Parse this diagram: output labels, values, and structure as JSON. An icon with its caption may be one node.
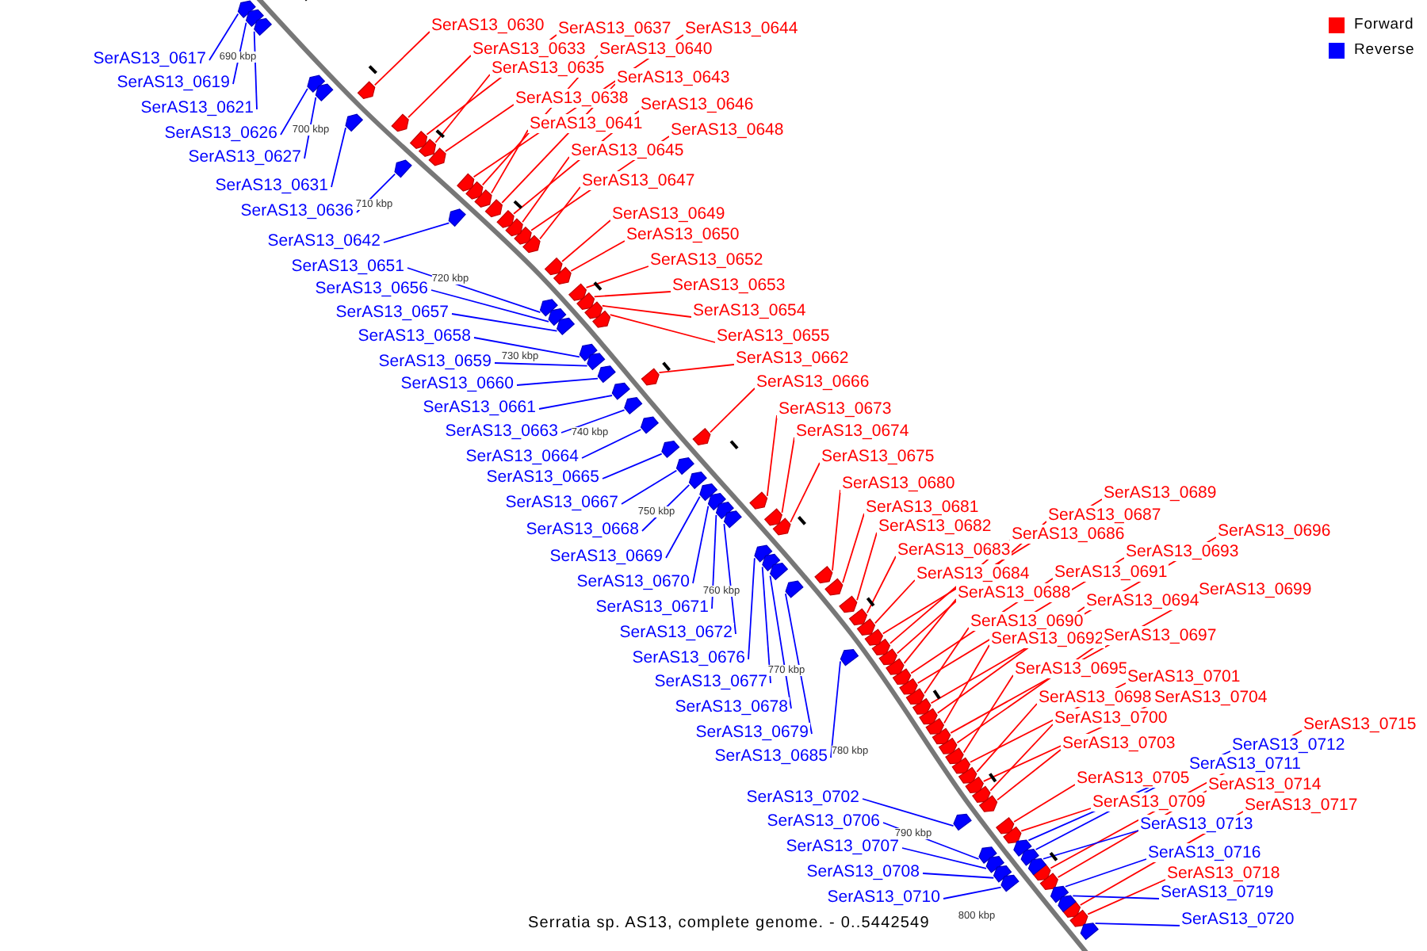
{
  "diagram": {
    "caption": "Serratia sp. AS13, complete genome. - 0..5442549",
    "nodes": [
      {
        "text": [
          "SerAS13_0617"
        ]
      },
      {
        "text": [
          "SerAS13_0619"
        ]
      },
      {
        "text": [
          "SerAS13_0621"
        ]
      },
      {
        "text": [
          "SerAS13_0626"
        ]
      },
      {
        "text": [
          "SerAS13_0627"
        ]
      },
      {
        "text": [
          "SerAS13_0631"
        ]
      },
      {
        "text": [
          "SerAS13_0636"
        ]
      },
      {
        "text": [
          "SerAS13_0642"
        ]
      },
      {
        "text": [
          "SerAS13_0651"
        ]
      },
      {
        "text": [
          "SerAS13_0656"
        ]
      },
      {
        "text": [
          "SerAS13_0657"
        ]
      },
      {
        "text": [
          "SerAS13_0658"
        ]
      },
      {
        "text": [
          "SerAS13_0659"
        ]
      },
      {
        "text": [
          "SerAS13_0660"
        ]
      },
      {
        "text": [
          "SerAS13_0661"
        ]
      },
      {
        "text": [
          "SerAS13_0663"
        ]
      },
      {
        "text": [
          "SerAS13_0664"
        ]
      },
      {
        "text": [
          "SerAS13_0665"
        ]
      },
      {
        "text": [
          "SerAS13_0667"
        ]
      },
      {
        "text": [
          "SerAS13_0668"
        ]
      },
      {
        "text": [
          "SerAS13_0669"
        ]
      },
      {
        "text": [
          "SerAS13_0670"
        ]
      },
      {
        "text": [
          "SerAS13_0671"
        ]
      },
      {
        "text": [
          "SerAS13_0672"
        ]
      },
      {
        "text": [
          "SerAS13_0676"
        ]
      },
      {
        "text": [
          "SerAS13_0677"
        ]
      },
      {
        "text": [
          "SerAS13_0678"
        ]
      },
      {
        "text": [
          "SerAS13_0679"
        ]
      },
      {
        "text": [
          "SerAS13_0685"
        ]
      },
      {
        "text": [
          "SerAS13_0702"
        ]
      },
      {
        "text": [
          "SerAS13_0706"
        ]
      },
      {
        "text": [
          "SerAS13_0707"
        ]
      },
      {
        "text": [
          "SerAS13_0708"
        ]
      },
      {
        "text": [
          "SerAS13_0710"
        ]
      },
      {
        "text": [
          "SerAS13_0630"
        ]
      },
      {
        "text": [
          "SerAS13_0637"
        ]
      },
      {
        "text": [
          "SerAS13_0644"
        ]
      },
      {
        "text": [
          "SerAS13_0633"
        ]
      },
      {
        "text": [
          "SerAS13_0640"
        ]
      },
      {
        "text": [
          "SerAS13_0635"
        ]
      },
      {
        "text": [
          "SerAS13_0643"
        ]
      },
      {
        "text": [
          "SerAS13_0638"
        ]
      },
      {
        "text": [
          "SerAS13_0646"
        ]
      },
      {
        "text": [
          "SerAS13_0641"
        ]
      },
      {
        "text": [
          "SerAS13_0648"
        ]
      },
      {
        "text": [
          "SerAS13_0645"
        ]
      },
      {
        "text": [
          "SerAS13_0647"
        ]
      },
      {
        "text": [
          "SerAS13_0649"
        ]
      },
      {
        "text": [
          "SerAS13_0650"
        ]
      },
      {
        "text": [
          "SerAS13_0652"
        ]
      },
      {
        "text": [
          "SerAS13_0653"
        ]
      },
      {
        "text": [
          "SerAS13_0654"
        ]
      },
      {
        "text": [
          "SerAS13_0655"
        ]
      },
      {
        "text": [
          "SerAS13_0662"
        ]
      },
      {
        "text": [
          "SerAS13_0666"
        ]
      },
      {
        "text": [
          "SerAS13_0673"
        ]
      },
      {
        "text": [
          "SerAS13_0674"
        ]
      },
      {
        "text": [
          "SerAS13_0675"
        ]
      },
      {
        "text": [
          "SerAS13_0680"
        ]
      },
      {
        "text": [
          "SerAS13_0681"
        ]
      },
      {
        "text": [
          "SerAS13_0682"
        ]
      },
      {
        "text": [
          "SerAS13_0683"
        ]
      },
      {
        "text": [
          "SerAS13_0684"
        ]
      },
      {
        "text": [
          "SerAS13_0686"
        ]
      },
      {
        "text": [
          "SerAS13_0687"
        ]
      },
      {
        "text": [
          "SerAS13_0689"
        ]
      },
      {
        "text": [
          "SerAS13_0688"
        ]
      },
      {
        "text": [
          "SerAS13_0691"
        ]
      },
      {
        "text": [
          "SerAS13_0693"
        ]
      },
      {
        "text": [
          "SerAS13_0696"
        ]
      },
      {
        "text": [
          "SerAS13_0690"
        ]
      },
      {
        "text": [
          "SerAS13_0694"
        ]
      },
      {
        "text": [
          "SerAS13_0699"
        ]
      },
      {
        "text": [
          "SerAS13_0692"
        ]
      },
      {
        "text": [
          "SerAS13_0697"
        ]
      },
      {
        "text": [
          "SerAS13_0695"
        ]
      },
      {
        "text": [
          "SerAS13_0701"
        ]
      },
      {
        "text": [
          "SerAS13_0698"
        ]
      },
      {
        "text": [
          "SerAS13_0704"
        ]
      },
      {
        "text": [
          "SerAS13_0700"
        ]
      },
      {
        "text": [
          "SerAS13_0703"
        ]
      },
      {
        "text": [
          "SerAS13_0705"
        ]
      },
      {
        "text": [
          "SerAS13_0709"
        ]
      },
      {
        "text": [
          "SerAS13_0715"
        ]
      },
      {
        "text": [
          "SerAS13_0714"
        ]
      },
      {
        "text": [
          "SerAS13_0717"
        ]
      },
      {
        "text": [
          "SerAS13_0718"
        ]
      },
      {
        "text": [
          "SerAS13_0711"
        ]
      },
      {
        "text": [
          "SerAS13_0712"
        ]
      },
      {
        "text": [
          "SerAS13_0713"
        ]
      },
      {
        "text": [
          "SerAS13_0716"
        ]
      },
      {
        "text": [
          "SerAS13_0719"
        ]
      },
      {
        "text": [
          "SerAS13_0720"
        ]
      },
      {
        "text": [],
        "shape": "pentagon"
      },
      {
        "text": [],
        "shape": "pentagon"
      },
      {
        "text": [],
        "shape": "pentagon"
      },
      {
        "text": [],
        "shape": "pentagon"
      },
      {
        "text": [],
        "shape": "pentagon"
      },
      {
        "text": [],
        "shape": "pentagon"
      },
      {
        "text": [],
        "shape": "pentagon"
      },
      {
        "text": [],
        "shape": "pentagon"
      },
      {
        "text": [],
        "shape": "pentagon"
      },
      {
        "text": [],
        "shape": "pentagon"
      },
      {
        "text": [],
        "shape": "pentagon"
      },
      {
        "text": [],
        "shape": "pentagon"
      },
      {
        "text": [],
        "shape": "pentagon"
      },
      {
        "text": [],
        "shape": "pentagon"
      },
      {
        "text": [],
        "shape": "pentagon"
      },
      {
        "text": [],
        "shape": "pentagon"
      },
      {
        "text": [],
        "shape": "pentagon"
      },
      {
        "text": [],
        "shape": "pentagon"
      },
      {
        "text": [],
        "shape": "pentagon"
      },
      {
        "text": [],
        "shape": "pentagon"
      },
      {
        "text": [],
        "shape": "pentagon"
      },
      {
        "text": [],
        "shape": "pentagon"
      },
      {
        "text": [],
        "shape": "pentagon"
      },
      {
        "text": [],
        "shape": "pentagon"
      },
      {
        "text": [],
        "shape": "pentagon"
      },
      {
        "text": [],
        "shape": "pentagon"
      },
      {
        "text": [],
        "shape": "pentagon"
      },
      {
        "text": [],
        "shape": "pentagon"
      },
      {
        "text": [],
        "shape": "pentagon"
      },
      {
        "text": [],
        "shape": "pentagon"
      },
      {
        "text": [],
        "shape": "pentagon"
      },
      {
        "text": [],
        "shape": "pentagon"
      },
      {
        "text": [],
        "shape": "pentagon"
      },
      {
        "text": [],
        "shape": "pentagon"
      },
      {
        "text": [],
        "shape": "pentagon"
      },
      {
        "text": [],
        "shape": "pentagon"
      },
      {
        "text": [],
        "shape": "pentagon"
      },
      {
        "text": [],
        "shape": "pentagon"
      },
      {
        "text": [],
        "shape": "pentagon"
      },
      {
        "text": [],
        "shape": "pentagon"
      },
      {
        "text": [],
        "shape": "pentagon"
      },
      {
        "text": [],
        "shape": "pentagon"
      },
      {
        "text": [],
        "shape": "pentagon"
      },
      {
        "text": [],
        "shape": "pentagon"
      },
      {
        "text": [],
        "shape": "pentagon"
      },
      {
        "text": [],
        "shape": "pentagon"
      },
      {
        "text": [],
        "shape": "pentagon"
      },
      {
        "text": [],
        "shape": "pentagon"
      },
      {
        "text": [],
        "shape": "pentagon"
      },
      {
        "text": [],
        "shape": "pentagon"
      },
      {
        "text": [],
        "shape": "pentagon"
      },
      {
        "text": [],
        "shape": "pentagon"
      },
      {
        "text": [],
        "shape": "pentagon"
      },
      {
        "text": [],
        "shape": "pentagon"
      },
      {
        "text": [],
        "shape": "pentagon"
      },
      {
        "text": [],
        "shape": "pentagon"
      },
      {
        "text": [],
        "shape": "pentagon"
      },
      {
        "text": [],
        "shape": "pentagon"
      },
      {
        "text": [],
        "shape": "pentagon"
      },
      {
        "text": [],
        "shape": "pentagon"
      },
      {
        "text": [],
        "shape": "pentagon"
      },
      {
        "text": [],
        "shape": "pentagon"
      },
      {
        "text": [],
        "shape": "pentagon"
      },
      {
        "text": [],
        "shape": "pentagon"
      },
      {
        "text": [],
        "shape": "pentagon"
      },
      {
        "text": [],
        "shape": "pentagon"
      },
      {
        "text": [],
        "shape": "pentagon"
      },
      {
        "text": [],
        "shape": "pentagon"
      },
      {
        "text": [],
        "shape": "pentagon"
      },
      {
        "text": [],
        "shape": "pentagon"
      },
      {
        "text": [],
        "shape": "pentagon"
      },
      {
        "text": [],
        "shape": "pentagon"
      },
      {
        "text": [],
        "shape": "pentagon"
      },
      {
        "text": [],
        "shape": "pentagon"
      },
      {
        "text": [],
        "shape": "pentagon"
      },
      {
        "text": [],
        "shape": "pentagon"
      },
      {
        "text": [],
        "shape": "pentagon"
      },
      {
        "text": [],
        "shape": "pentagon"
      },
      {
        "text": [],
        "shape": "pentagon"
      },
      {
        "text": [],
        "shape": "pentagon"
      },
      {
        "text": [],
        "shape": "pentagon"
      },
      {
        "text": [],
        "shape": "pentagon"
      },
      {
        "text": [],
        "shape": "pentagon"
      },
      {
        "text": [],
        "shape": "pentagon"
      },
      {
        "text": [],
        "shape": "pentagon"
      },
      {
        "text": [],
        "shape": "pentagon"
      },
      {
        "text": [],
        "shape": "pentagon"
      },
      {
        "text": [],
        "shape": "pentagon"
      },
      {
        "text": [],
        "shape": "pentagon"
      },
      {
        "text": [],
        "shape": "pentagon"
      },
      {
        "text": [],
        "shape": "pentagon"
      },
      {
        "text": [],
        "shape": "pentagon"
      },
      {
        "text": [],
        "shape": "pentagon"
      }
    ],
    "edges": [
      {
        "from": 0,
        "to": 93,
        "arrow": "none",
        "color": "#0000ff"
      },
      {
        "from": 1,
        "to": 94,
        "arrow": "none",
        "color": "#0000ff"
      },
      {
        "from": 2,
        "to": 95,
        "arrow": "none",
        "color": "#0000ff"
      },
      {
        "from": 3,
        "to": 96,
        "arrow": "none",
        "color": "#0000ff"
      },
      {
        "from": 4,
        "to": 97,
        "arrow": "none",
        "color": "#0000ff"
      },
      {
        "from": 5,
        "to": 98,
        "arrow": "none",
        "color": "#0000ff"
      },
      {
        "from": 6,
        "to": 99,
        "arrow": "none",
        "color": "#0000ff"
      },
      {
        "from": 7,
        "to": 100,
        "arrow": "none",
        "color": "#0000ff"
      },
      {
        "from": 8,
        "to": 101,
        "arrow": "none",
        "color": "#0000ff"
      },
      {
        "from": 9,
        "to": 102,
        "arrow": "none",
        "color": "#0000ff"
      },
      {
        "from": 10,
        "to": 103,
        "arrow": "none",
        "color": "#0000ff"
      },
      {
        "from": 11,
        "to": 104,
        "arrow": "none",
        "color": "#0000ff"
      },
      {
        "from": 12,
        "to": 105,
        "arrow": "none",
        "color": "#0000ff"
      },
      {
        "from": 13,
        "to": 106,
        "arrow": "none",
        "color": "#0000ff"
      },
      {
        "from": 14,
        "to": 107,
        "arrow": "none",
        "color": "#0000ff"
      },
      {
        "from": 15,
        "to": 108,
        "arrow": "none",
        "color": "#0000ff"
      },
      {
        "from": 16,
        "to": 109,
        "arrow": "none",
        "color": "#0000ff"
      },
      {
        "from": 17,
        "to": 110,
        "arrow": "none",
        "color": "#0000ff"
      },
      {
        "from": 18,
        "to": 111,
        "arrow": "none",
        "color": "#0000ff"
      },
      {
        "from": 19,
        "to": 112,
        "arrow": "none",
        "color": "#0000ff"
      },
      {
        "from": 20,
        "to": 113,
        "arrow": "none",
        "color": "#0000ff"
      },
      {
        "from": 21,
        "to": 114,
        "arrow": "none",
        "color": "#0000ff"
      },
      {
        "from": 22,
        "to": 115,
        "arrow": "none",
        "color": "#0000ff"
      },
      {
        "from": 23,
        "to": 116,
        "arrow": "none",
        "color": "#0000ff"
      },
      {
        "from": 24,
        "to": 117,
        "arrow": "none",
        "color": "#0000ff"
      },
      {
        "from": 25,
        "to": 118,
        "arrow": "none",
        "color": "#0000ff"
      },
      {
        "from": 26,
        "to": 119,
        "arrow": "none",
        "color": "#0000ff"
      },
      {
        "from": 27,
        "to": 120,
        "arrow": "none",
        "color": "#0000ff"
      },
      {
        "from": 28,
        "to": 121,
        "arrow": "none",
        "color": "#0000ff"
      },
      {
        "from": 29,
        "to": 122,
        "arrow": "none",
        "color": "#0000ff"
      },
      {
        "from": 30,
        "to": 123,
        "arrow": "none",
        "color": "#0000ff"
      },
      {
        "from": 31,
        "to": 124,
        "arrow": "none",
        "color": "#0000ff"
      },
      {
        "from": 32,
        "to": 125,
        "arrow": "none",
        "color": "#0000ff"
      },
      {
        "from": 33,
        "to": 126,
        "arrow": "none",
        "color": "#0000ff"
      },
      {
        "from": 34,
        "to": 127,
        "arrow": "none"
      },
      {
        "from": 35,
        "to": 128,
        "arrow": "none"
      },
      {
        "from": 36,
        "to": 129,
        "arrow": "none"
      },
      {
        "from": 37,
        "to": 130,
        "arrow": "none"
      },
      {
        "from": 38,
        "to": 131,
        "arrow": "none"
      },
      {
        "from": 39,
        "to": 132,
        "arrow": "none"
      },
      {
        "from": 40,
        "to": 133,
        "arrow": "none"
      },
      {
        "from": 41,
        "to": 134,
        "arrow": "none"
      },
      {
        "from": 42,
        "to": 135,
        "arrow": "none"
      },
      {
        "from": 43,
        "to": 136,
        "arrow": "none"
      },
      {
        "from": 44,
        "to": 137,
        "arrow": "none"
      },
      {
        "from": 45,
        "to": 138,
        "arrow": "none"
      },
      {
        "from": 46,
        "to": 139,
        "arrow": "none"
      },
      {
        "from": 47,
        "to": 140,
        "arrow": "none"
      },
      {
        "from": 48,
        "to": 141,
        "arrow": "none"
      },
      {
        "from": 49,
        "to": 142,
        "arrow": "none"
      },
      {
        "from": 50,
        "to": 143,
        "arrow": "none"
      },
      {
        "from": 51,
        "to": 144,
        "arrow": "none"
      },
      {
        "from": 52,
        "to": 145,
        "arrow": "none"
      },
      {
        "from": 53,
        "to": 146,
        "arrow": "none"
      },
      {
        "from": 54,
        "to": 147,
        "arrow": "none"
      },
      {
        "from": 55,
        "to": 148,
        "arrow": "none"
      },
      {
        "from": 56,
        "to": 149,
        "arrow": "none"
      },
      {
        "from": 57,
        "to": 150,
        "arrow": "none"
      },
      {
        "from": 58,
        "to": 151,
        "arrow": "none"
      },
      {
        "from": 59,
        "to": 152,
        "arrow": "none"
      },
      {
        "from": 60,
        "to": 153,
        "arrow": "none"
      },
      {
        "from": 61,
        "to": 154,
        "arrow": "none"
      },
      {
        "from": 62,
        "to": 155,
        "arrow": "none"
      },
      {
        "from": 63,
        "to": 156,
        "arrow": "none"
      },
      {
        "from": 64,
        "to": 157,
        "arrow": "none"
      },
      {
        "from": 65,
        "to": 158,
        "arrow": "none"
      },
      {
        "from": 66,
        "to": 159,
        "arrow": "none"
      },
      {
        "from": 67,
        "to": 160,
        "arrow": "none"
      },
      {
        "from": 68,
        "to": 161,
        "arrow": "none"
      },
      {
        "from": 69,
        "to": 162,
        "arrow": "none"
      },
      {
        "from": 70,
        "to": 163,
        "arrow": "none"
      },
      {
        "from": 71,
        "to": 164,
        "arrow": "none"
      },
      {
        "from": 72,
        "to": 165,
        "arrow": "none"
      },
      {
        "from": 73,
        "to": 166,
        "arrow": "none"
      },
      {
        "from": 74,
        "to": 167,
        "arrow": "none"
      },
      {
        "from": 75,
        "to": 168,
        "arrow": "none"
      },
      {
        "from": 76,
        "to": 169,
        "arrow": "none"
      },
      {
        "from": 77,
        "to": 170,
        "arrow": "none"
      },
      {
        "from": 78,
        "to": 171,
        "arrow": "none"
      },
      {
        "from": 79,
        "to": 172,
        "arrow": "none"
      },
      {
        "from": 80,
        "to": 173,
        "arrow": "none"
      },
      {
        "from": 81,
        "to": 174,
        "arrow": "none"
      },
      {
        "from": 82,
        "to": 175,
        "arrow": "none"
      },
      {
        "from": 83,
        "to": 176,
        "arrow": "none"
      },
      {
        "from": 84,
        "to": 177,
        "arrow": "none"
      },
      {
        "from": 85,
        "to": 178,
        "arrow": "none"
      },
      {
        "from": 86,
        "to": 179,
        "arrow": "none"
      },
      {
        "from": 87,
        "to": 180,
        "arrow": "none",
        "color": "#0000ff"
      },
      {
        "from": 88,
        "to": 181,
        "arrow": "none",
        "color": "#0000ff"
      },
      {
        "from": 89,
        "to": 182,
        "arrow": "none",
        "color": "#0000ff"
      },
      {
        "from": 90,
        "to": 183,
        "arrow": "none",
        "color": "#0000ff"
      },
      {
        "from": 91,
        "to": 184,
        "arrow": "none",
        "color": "#0000ff"
      },
      {
        "from": 92,
        "to": 185,
        "arrow": "none",
        "color": "#0000ff"
      }
    ],
    "labels": [
      "690 kbp",
      "700 kbp",
      "710 kbp",
      "720 kbp",
      "730 kbp",
      "740 kbp",
      "750 kbp",
      "760 kbp",
      "770 kbp",
      "780 kbp",
      "790 kbp",
      "800 kbp"
    ],
    "legend": [
      {
        "text": "Forward",
        "color": "#ff0000"
      },
      {
        "text": "Reverse",
        "color": "#0000ff"
      }
    ]
  }
}
